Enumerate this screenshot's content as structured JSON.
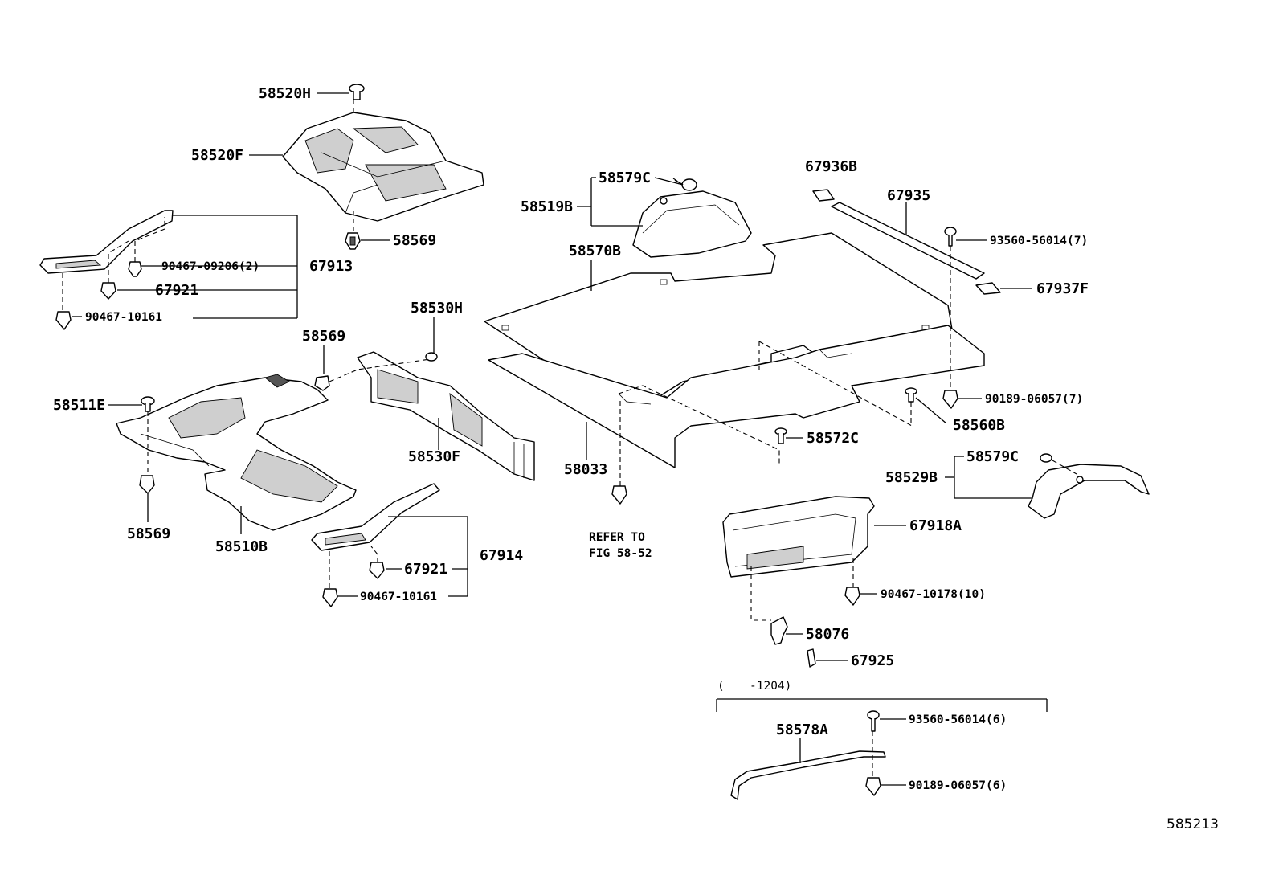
{
  "figure_number": "585213",
  "labels": {
    "p58520H": "58520H",
    "p58520F": "58520F",
    "p58569_top": "58569",
    "p67913": "67913",
    "p90467_09206": "90467-09206(2)",
    "p67921_a": "67921",
    "p90467_10161_a": "90467-10161",
    "p58579C_a": "58579C",
    "p58519B": "58519B",
    "p58570B": "58570B",
    "p67936B": "67936B",
    "p67935": "67935",
    "p93560_56014_7": "93560-56014(7)",
    "p67937F": "67937F",
    "p58530H": "58530H",
    "p58569_mid": "58569",
    "p58511E": "58511E",
    "p58530F": "58530F",
    "p58033": "58033",
    "p90189_06057_7": "90189-06057(7)",
    "p58560B": "58560B",
    "p58572C": "58572C",
    "p58579C_b": "58579C",
    "p58529B": "58529B",
    "p58569_low": "58569",
    "p58510B": "58510B",
    "p67914": "67914",
    "p67921_b": "67921",
    "p90467_10161_b": "90467-10161",
    "p67918A": "67918A",
    "p90467_10178": "90467-10178(10)",
    "p58076": "58076",
    "p67925": "67925",
    "p58578A": "58578A",
    "p93560_56014_6": "93560-56014(6)",
    "p90189_06057_6": "90189-06057(6)"
  },
  "refer": {
    "line1": "REFER TO",
    "line2": "FIG 58-52"
  },
  "note": {
    "range_open": "(",
    "range_text": "-1204)"
  }
}
